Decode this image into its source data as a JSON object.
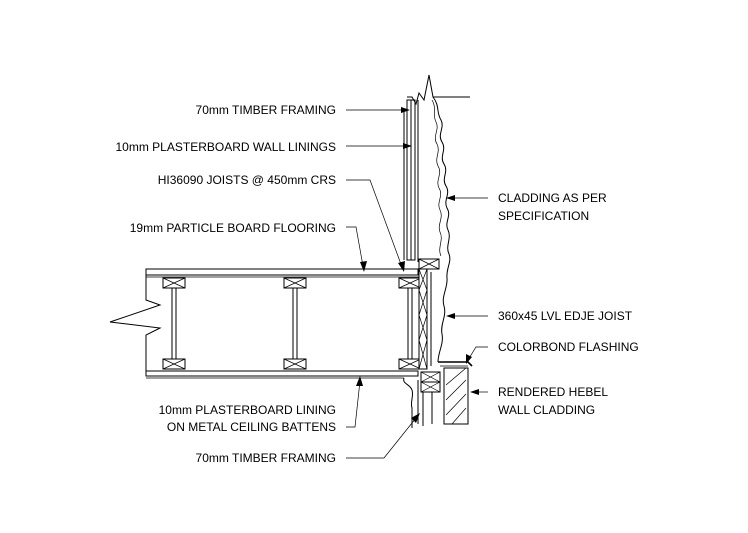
{
  "labels": {
    "timber_framing_top": "70mm TIMBER FRAMING",
    "plasterboard_wall": "10mm PLASTERBOARD WALL LININGS",
    "joists": "HI36090 JOISTS @ 450mm CRS",
    "particle_board": "19mm PARTICLE BOARD FLOORING",
    "ceiling_lining_1": "10mm PLASTERBOARD LINING",
    "ceiling_lining_2": "ON METAL CEILING BATTENS",
    "timber_framing_bottom": "70mm TIMBER FRAMING",
    "cladding_1": "CLADDING AS PER",
    "cladding_2": "SPECIFICATION",
    "edge_joist": "360x45 LVL EDJE JOIST",
    "flashing": "COLORBOND FLASHING",
    "hebel_1": "RENDERED HEBEL",
    "hebel_2": "WALL CLADDING"
  }
}
